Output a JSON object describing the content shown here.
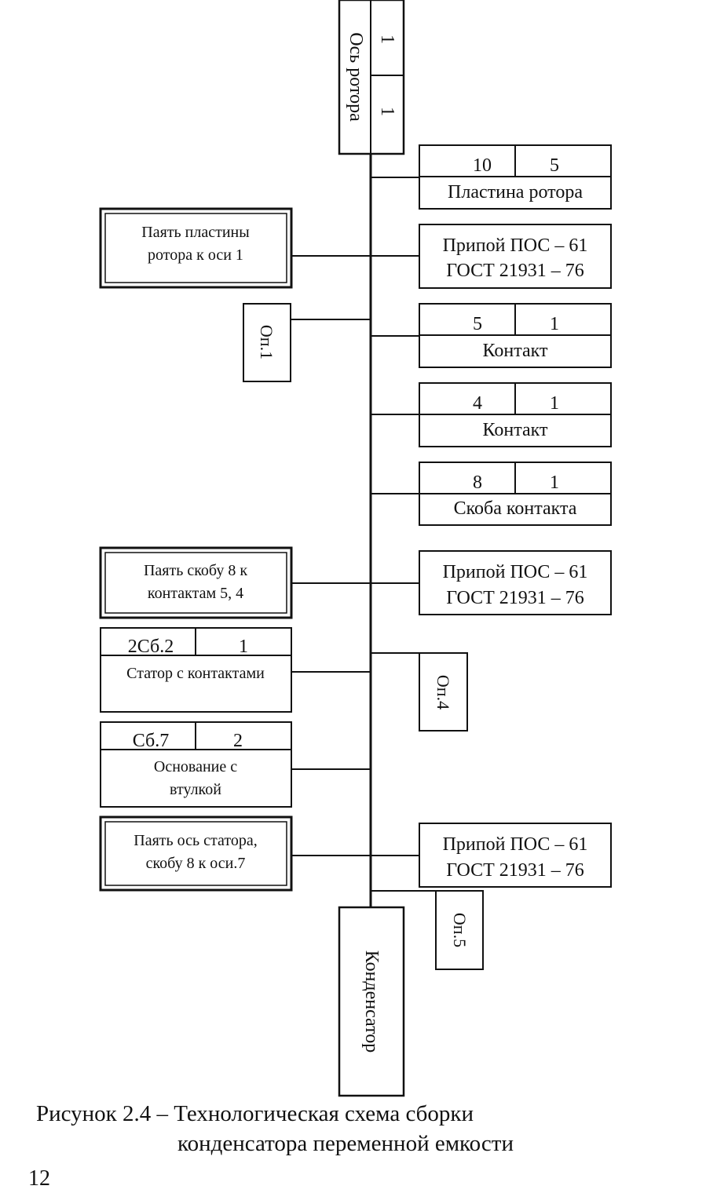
{
  "axis_top": {
    "label": "Ось ротора",
    "num1": "1",
    "num2": "1"
  },
  "axis_bottom": {
    "label": "Конденсатор"
  },
  "parts": {
    "rotor_plate": {
      "num": "10",
      "qty": "5",
      "name": "Пластина ротора"
    },
    "contact_5": {
      "num": "5",
      "qty": "1",
      "name": "Контакт"
    },
    "contact_4": {
      "num": "4",
      "qty": "1",
      "name": "Контакт"
    },
    "contact_bracket": {
      "num": "8",
      "qty": "1",
      "name": "Скоба контакта"
    },
    "stator": {
      "num": "2Сб.2",
      "qty": "1",
      "name": "Статор с контактами"
    },
    "base": {
      "num": "Сб.7",
      "qty": "2",
      "name_line1": "Основание с",
      "name_line2": "втулкой"
    }
  },
  "solder": {
    "s1": {
      "line1": "Припой ПОС – 61",
      "line2": "ГОСТ 21931 – 76"
    },
    "s2": {
      "line1": "Припой ПОС – 61",
      "line2": "ГОСТ 21931 – 76"
    },
    "s3": {
      "line1": "Припой ПОС – 61",
      "line2": "ГОСТ 21931 – 76"
    }
  },
  "operations": {
    "op1_text": {
      "line1": "Паять пластины",
      "line2": "ротора к оси 1"
    },
    "op2_text": {
      "line1": "Паять скобу 8 к",
      "line2": "контактам 5, 4"
    },
    "op3_text": {
      "line1": "Паять ось статора,",
      "line2": "скобу 8 к оси.7"
    }
  },
  "op_labels": {
    "op1": "Оп.1",
    "op4": "Оп.4",
    "op5": "Оп.5"
  },
  "caption": {
    "line1": "Рисунок 2.4 – Технологическая схема сборки",
    "line2": "конденсатора переменной емкости"
  },
  "page_number": "12"
}
